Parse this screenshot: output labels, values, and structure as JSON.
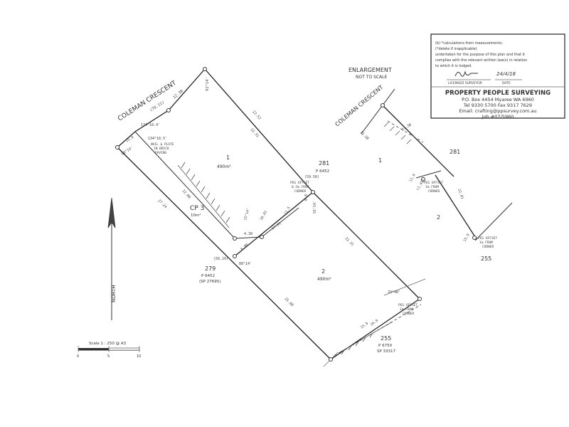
{
  "plan": {
    "street": "COLEMAN CRESCENT",
    "enlargement": {
      "title": "ENLARGEMENT",
      "subtitle": "NOT TO SCALE"
    },
    "lot1": {
      "label": "1",
      "area": "490m²"
    },
    "lot2": {
      "label": "2",
      "area": "490m²"
    },
    "cp": {
      "label": "CP 3",
      "area": "10m²"
    },
    "neighbors": {
      "n281": {
        "label": "281",
        "plan": "P 6452"
      },
      "n279": {
        "label": "279",
        "plan": "P 6452",
        "sp": "(SP 27695)"
      },
      "n255": {
        "label": "255",
        "plan": "P 6750",
        "sp": "SP 33317"
      }
    },
    "dims": {
      "d1238": "12.38",
      "d7911": "(79.11)",
      "d9114": "91°14'",
      "d1345": "134°18.4'",
      "d1341": "134°18.5'",
      "nail": "NAIL & PLATE",
      "nail2": "IN BRICK",
      "nail3": "PAVING",
      "d2252": "22.52",
      "d2208": "22.08",
      "d2724": "27.24",
      "d88": "88°14'",
      "d1591": "15.9",
      "d2231": "22.31",
      "d1001": "10.01",
      "d5950": "(59.50)",
      "d08": "0.8",
      "d115": "11.5",
      "d17": "17.91",
      "d430": "4.30",
      "d600": "6.00",
      "d8814": "88°14'",
      "d5629": "(56.29)",
      "d2508": "25.08",
      "d3548": "33°48'",
      "d159": "15.9",
      "d169": "16.9",
      "d1514": "15°14'",
      "e1238": "12.38",
      "e2738": "27.38",
      "e1111": "11.9",
      "e142": "(1.42)",
      "e2201": "22.01",
      "e159": "15.9",
      "e2281": "281",
      "e2": "2",
      "e1": "1",
      "e255": "255"
    },
    "offsets": {
      "peg1": "PEG OFFSET",
      "peg1b": "0.5m FROM",
      "peg1c": "CORNER",
      "peg2": "PEG OFFSET",
      "peg2b": "1m FROM",
      "peg2c": "CORNER",
      "peg3": "PEG OFFSET",
      "peg3b": "1m FROM",
      "peg3c": "CORNER",
      "peg4": "PEG OFFSET",
      "peg4b": "1m FROM",
      "peg4c": "CORNER"
    },
    "north": "NORTH",
    "scale": {
      "label": "Scale 1 : 250 @ A3",
      "ticks": [
        "0",
        "5",
        "10"
      ]
    }
  },
  "titleblock": {
    "note1": "(b)  *calculations from measurements;",
    "note2": "(*delete if inapplicable)",
    "note3": "undertaken for the purpose of this plan and that it",
    "note4": "complies with the relevant written law(s) in relation",
    "note5": "to which it is lodged.",
    "signature": "Gill",
    "date": "24/4/18",
    "role": "LICENSED SURVEYOR",
    "date_label": "DATE",
    "company": "PROPERTY PEOPLE SURVEYING",
    "address": "P.O. Box 4454 Myaree WA 6960",
    "phone": "Tel 9330 5700   Fax 9317 7629",
    "email": "Email: crafting@ppsurvey.com.au",
    "job": "Job #07/5960"
  }
}
